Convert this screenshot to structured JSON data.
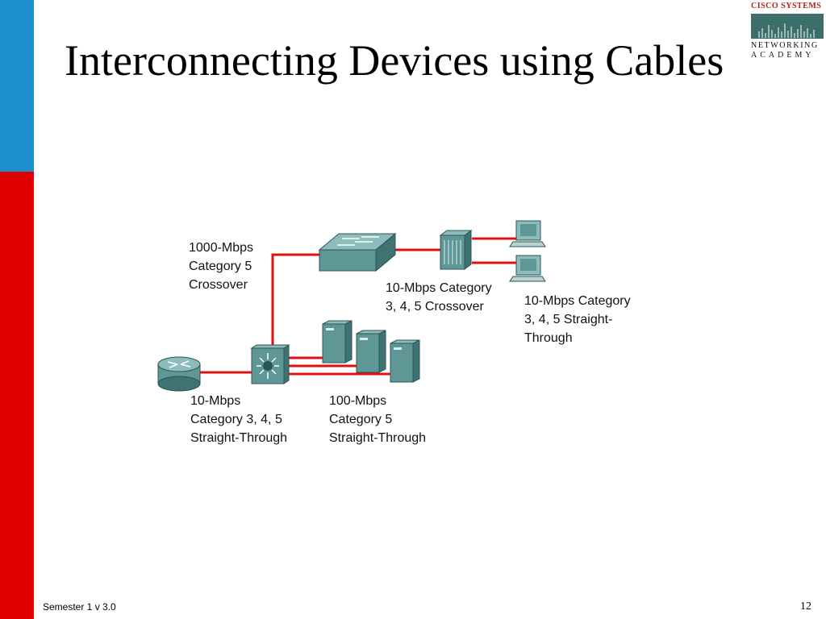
{
  "slide": {
    "title": "Interconnecting Devices using Cables",
    "footer_left": "Semester 1 v 3.0",
    "page_number": "12"
  },
  "logo": {
    "line1": "Cisco Systems",
    "line2": "Networking",
    "line3": "Academy"
  },
  "labels": {
    "crossover_1000": "1000-Mbps\nCategory  5\nCrossover",
    "crossover_10": "10-Mbps Category\n3, 4, 5 Crossover",
    "straight_10_pc": "10-Mbps Category\n3, 4, 5 Straight-\nThrough",
    "straight_10_router": "10-Mbps\nCategory 3, 4, 5\nStraight-Through",
    "straight_100": "100-Mbps\nCategory  5\nStraight-Through"
  },
  "colors": {
    "accent_blue": "#1e90d0",
    "accent_red": "#e00000",
    "cable": "#e01010",
    "device": "#5f9797"
  }
}
